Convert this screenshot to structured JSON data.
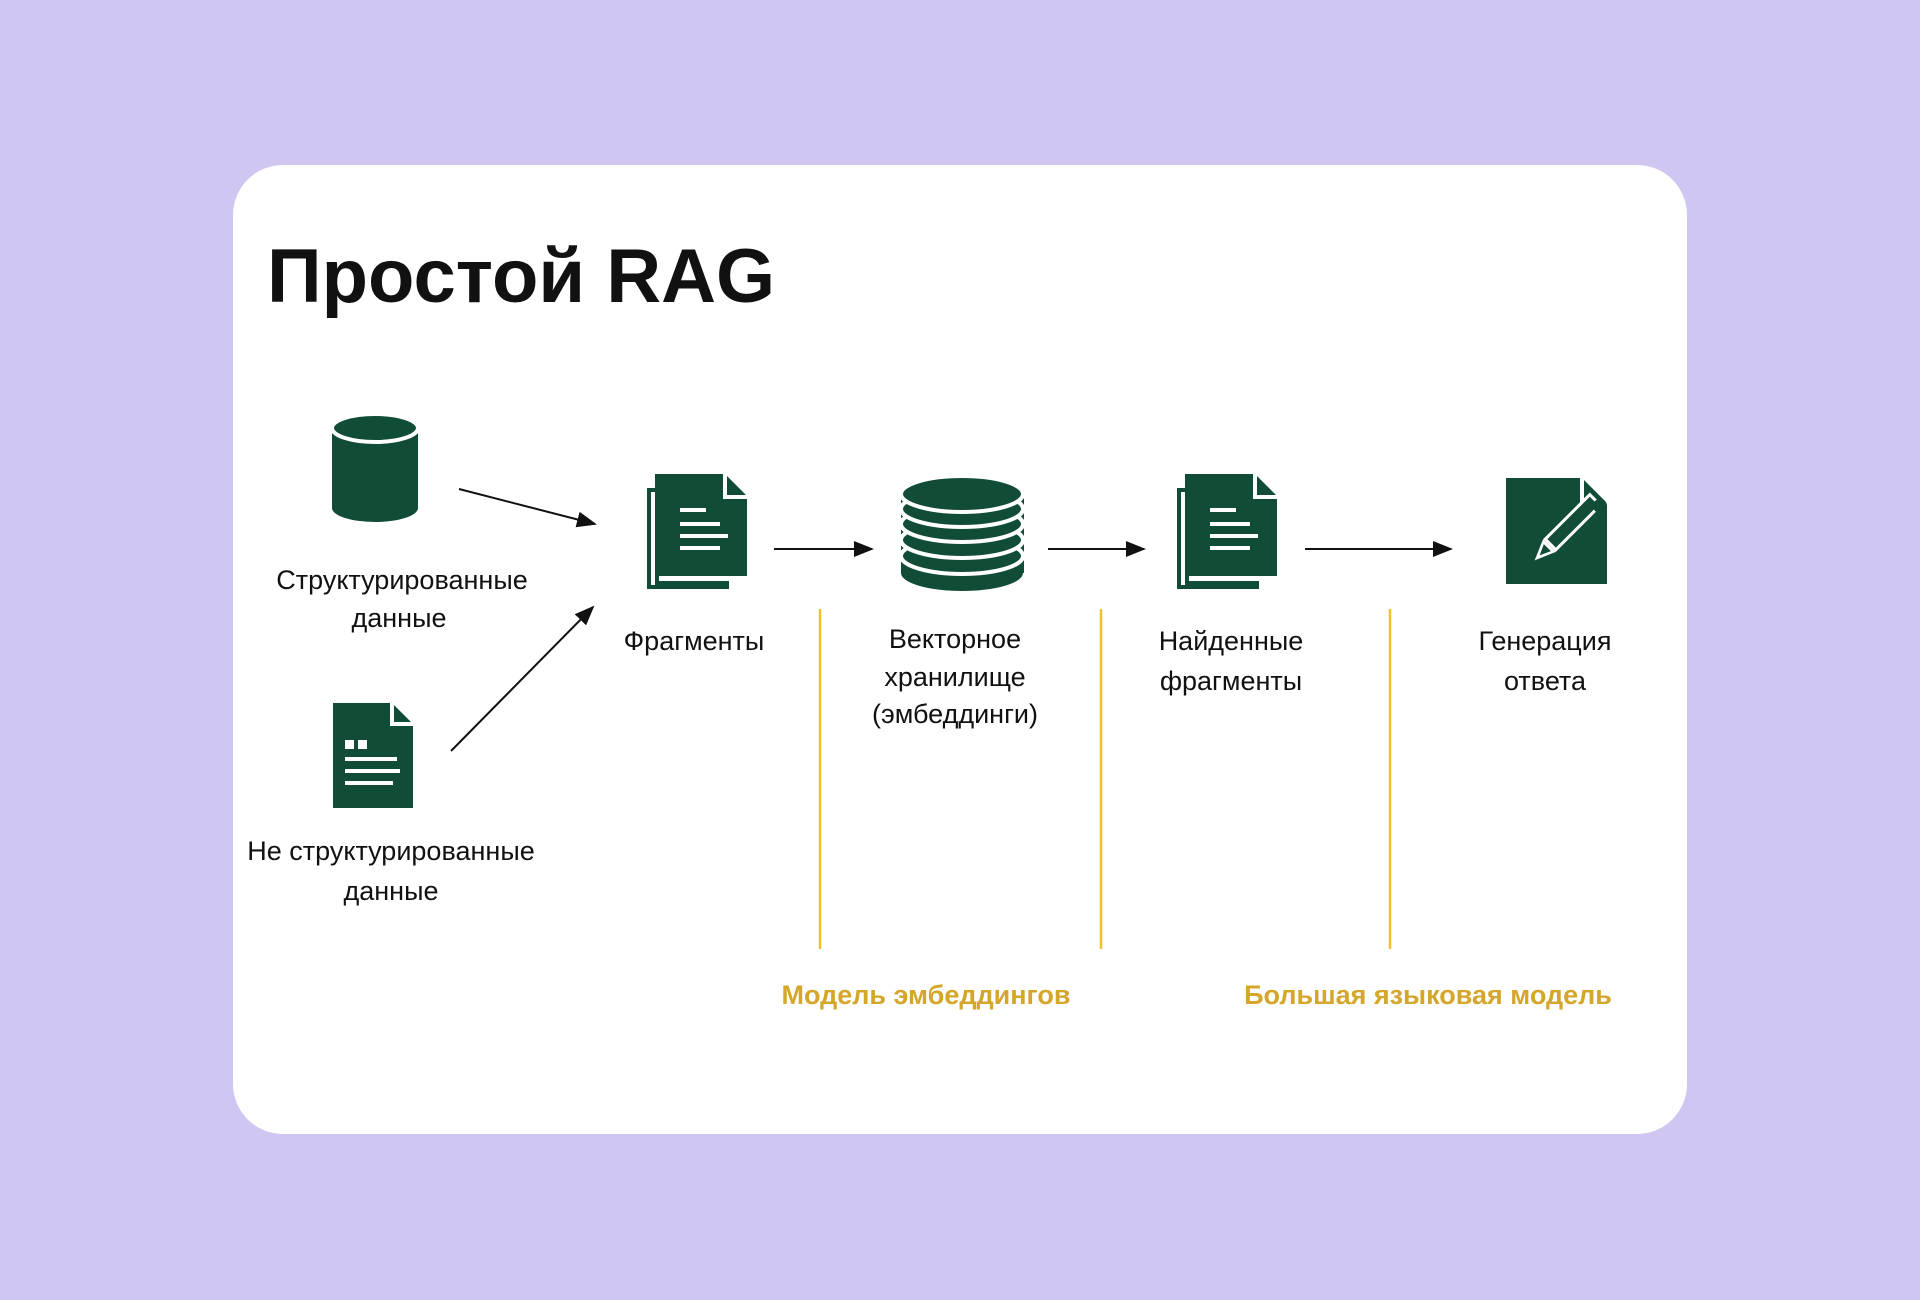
{
  "title": "Простой RAG",
  "colors": {
    "background": "#d1c5f1",
    "icon_green": "#114d36",
    "accent_yellow": "#f2c02e",
    "label_yellow": "#d4a62a"
  },
  "nodes": {
    "structured": {
      "icon": "database-cylinder-icon",
      "lines": [
        "Структурированные",
        "данные"
      ]
    },
    "unstructured": {
      "icon": "document-icon",
      "lines": [
        "Не структурирoванные",
        "данные"
      ]
    },
    "fragments": {
      "icon": "document-stack-icon",
      "lines": [
        "Фрагменты"
      ]
    },
    "vector_store": {
      "icon": "database-stack-icon",
      "lines": [
        "Векторное",
        "хранилище",
        "(эмбеддинги)"
      ]
    },
    "found": {
      "icon": "document-stack-icon",
      "lines": [
        "Найденные",
        "фрагменты"
      ]
    },
    "generation": {
      "icon": "document-pencil-icon",
      "lines": [
        "Генерация",
        "ответа"
      ]
    }
  },
  "models": {
    "embedding": "Модель эмбеддингов",
    "llm": "Большая языковая модель"
  }
}
